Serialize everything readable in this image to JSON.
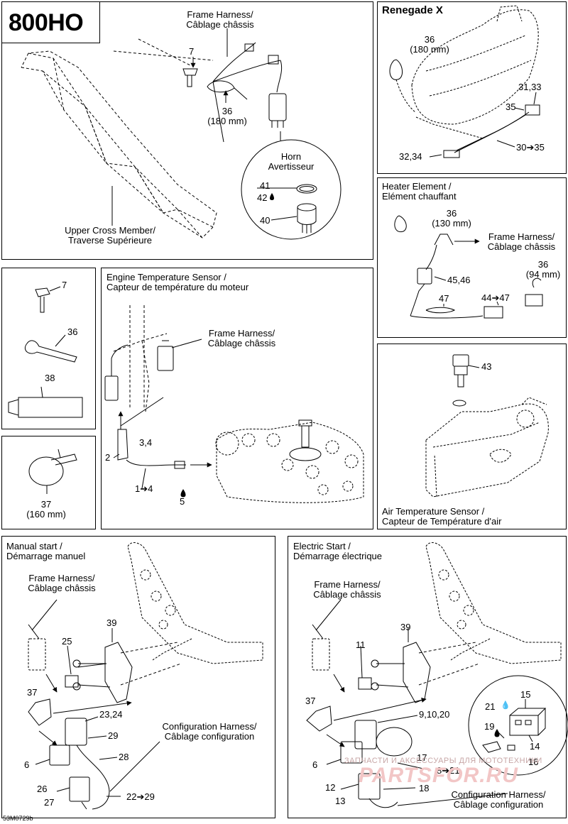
{
  "title_badge": "800HO",
  "footer_code": "53M0729b",
  "panel_frame": {
    "frame_harness": [
      "Frame Harness/",
      "Câblage châssis"
    ],
    "num_7": "7",
    "num_36": "36",
    "num_36_size": "(180 mm)",
    "horn": [
      "Horn",
      "Avertisseur"
    ],
    "num_41": "41",
    "num_42": "42",
    "num_40": "40",
    "upper_cross": [
      "Upper Cross Member/",
      "Traverse Supérieure"
    ]
  },
  "panel_renegade": {
    "title": "Renegade X",
    "num_36": "36",
    "num_36_size": "(180 mm)",
    "num_3133": "31,33",
    "num_35": "35",
    "num_3035": "30➔35",
    "num_3234": "32,34"
  },
  "panel_heater": {
    "title": [
      "Heater Element /",
      "Elément chauffant"
    ],
    "num_36a": "36",
    "num_36a_size": "(130 mm)",
    "frame_harness": [
      "Frame Harness/",
      "Câblage châssis"
    ],
    "num_4546": "45,46",
    "num_36b": "36",
    "num_36b_size": "(94 mm)",
    "num_47": "47",
    "num_4447": "44➔47"
  },
  "panel_parts": {
    "num_7": "7",
    "num_36": "36",
    "num_38": "38"
  },
  "panel_clamp": {
    "num_37": "37",
    "num_37_size": "(160 mm)"
  },
  "panel_engine": {
    "title": [
      "Engine Temperature Sensor /",
      "Capteur de température du moteur"
    ],
    "frame_harness": [
      "Frame Harness/",
      "Câblage châssis"
    ],
    "num_34": "3,4",
    "num_2": "2",
    "num_14": "1➔4",
    "num_5": "5"
  },
  "panel_air": {
    "num_43": "43",
    "title": [
      "Air Temperature Sensor /",
      "Capteur de Température d'air"
    ]
  },
  "panel_manual": {
    "title": [
      "Manual start /",
      "Démarrage manuel"
    ],
    "frame_harness": [
      "Frame Harness/",
      "Câblage châssis"
    ],
    "num_39": "39",
    "num_25": "25",
    "num_37": "37",
    "num_2324": "23,24",
    "num_29": "29",
    "config": [
      "Configuration Harness/",
      "Câblage configuration"
    ],
    "num_28": "28",
    "num_6": "6",
    "num_26": "26",
    "num_27": "27",
    "num_2229": "22➔29"
  },
  "panel_electric": {
    "title": [
      "Electric Start /",
      "Démarrage électrique"
    ],
    "frame_harness": [
      "Frame Harness/",
      "Câblage châssis"
    ],
    "num_39": "39",
    "num_11": "11",
    "num_37": "37",
    "num_91020": "9,10,20",
    "num_21": "21",
    "num_15": "15",
    "num_19": "19",
    "num_14": "14",
    "num_16": "16",
    "num_6": "6",
    "num_17": "17",
    "num_821": "8➔21",
    "num_12": "12",
    "num_18": "18",
    "num_13": "13",
    "config": [
      "Configuration Harness/",
      "Câblage configuration"
    ]
  },
  "watermark": {
    "small": "ЗАПЧАСТИ И АКСЕССУАРЫ ДЛЯ МОТОТЕХНИКИ",
    "big": "PARTSFOR.RU"
  }
}
